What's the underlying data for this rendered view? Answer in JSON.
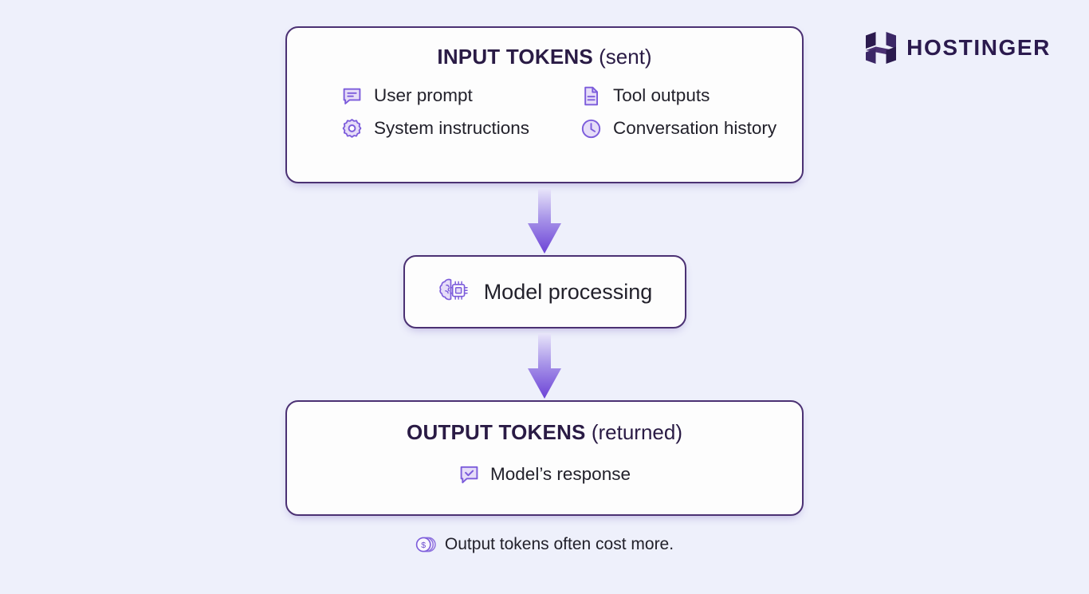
{
  "brand": {
    "name": "HOSTINGER",
    "logo_icon": "hostinger-h-logo-icon",
    "color": "#2b1a4e"
  },
  "diagram": {
    "type": "flowchart",
    "direction": "top-to-bottom",
    "background_color": "#eef0fb",
    "border_color": "#4b3173",
    "accent_color": "#7c5cdb",
    "card_background": "#fdfdfd",
    "nodes": [
      {
        "id": "input-tokens",
        "title_strong": "INPUT TOKENS",
        "title_light": "(sent)",
        "items": [
          {
            "label": "User prompt",
            "icon": "message-bubble-icon"
          },
          {
            "label": "Tool outputs",
            "icon": "document-file-icon"
          },
          {
            "label": "System instructions",
            "icon": "gear-settings-icon"
          },
          {
            "label": "Conversation history",
            "icon": "clock-icon"
          }
        ]
      },
      {
        "id": "model-processing",
        "label": "Model processing",
        "icon": "brain-chip-icon"
      },
      {
        "id": "output-tokens",
        "title_strong": "OUTPUT TOKENS",
        "title_light": "(returned)",
        "items": [
          {
            "label": "Model’s response",
            "icon": "message-check-icon"
          }
        ]
      }
    ],
    "arrows": [
      {
        "id": "arrow-input-to-model",
        "icon": "arrow-down-icon",
        "from": "input-tokens",
        "to": "model-processing"
      },
      {
        "id": "arrow-model-to-output",
        "icon": "arrow-down-icon",
        "from": "model-processing",
        "to": "output-tokens"
      }
    ],
    "footnote": {
      "text": "Output tokens often cost more.",
      "icon": "coins-dollar-icon"
    }
  }
}
